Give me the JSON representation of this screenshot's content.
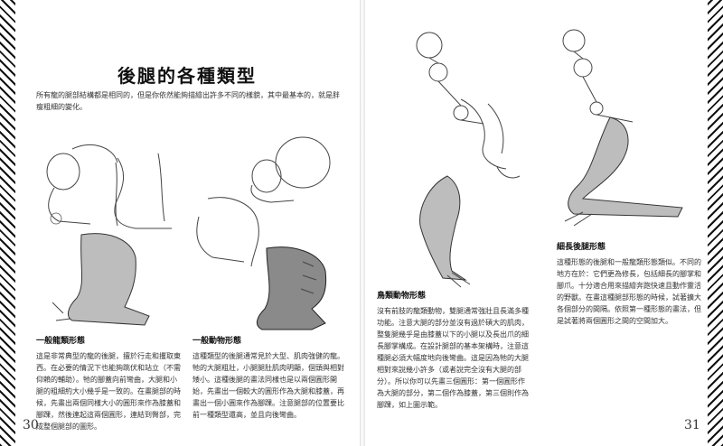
{
  "left_page": {
    "title": "後腿的各種類型",
    "intro": "所有龍的腿部結構都是相同的，但是你依然能夠描繪出許多不同的樣貌，其中最基本的，就是胖瘦粗細的變化。",
    "page_number": "30",
    "sections": [
      {
        "heading": "一般龍類形態",
        "body": "這是非常典型的龍的後腿，擅於行走和攫取東西。在必要的情況下也能夠跳伏和站立（不需仰賴的輔助）。牠的腳蓋向前彎曲，大腿和小腿的粗細約大小幾乎是一致的。在畫腿部的時候，先畫出兩個同樣大小的圓形來作為膝蓋和腳踝，然後連起這兩個圓形，連結到臀部，完成整個腿部的圖形。"
      },
      {
        "heading": "一般動物形態",
        "body": "這種類型的後腿通常見於大型、肌肉強健的龍。牠的大腿粗壯，小腿腿肚肌肉明顯，個頭與相對矮小。這種後腿的畫法同樣也是以兩個圓形開始，先畫出一個較大的圓形作為大腿和膝蓋，再畫出一個小圓來作為腳踝。注意腿部的位置要比前一種類型還高，並且向後彎曲。"
      }
    ]
  },
  "right_page": {
    "page_number": "31",
    "sections": [
      {
        "heading": "鳥類動物形態",
        "body": "沒有前肢的龍類動物，雙腿通常強壯且長滿多種功能。注意大腿的部分並沒有過於碩大的肌肉，整隻腿幾乎是由膝蓋以下的小腿以及長出爪的細長腳掌構成。在設計腿部的基本架構時，注意這種腿必須大幅度地向後彎曲。這是因為牠的大腿相對來說幾小許多（或者說完全沒有大腿的部分）。所以你可以先畫三個圓形：第一個圓形作為大腿的部分，第二個作為膝蓋，第三個則作為腳踝，如上圖示範。"
      },
      {
        "heading": "細長後腿形態",
        "body": "這種形態的後腿和一般龍類形態類似。不同的地方在於：它們更為修長，包括細長的腳掌和腳爪。十分適合用來描繪奔跑快速且動作靈活的野獸。在畫這種腿部形態的時候，試著擴大各個部分的間隔。依照第一種形態的畫法，但是試著將兩個圓形之間的空間加大。"
      }
    ]
  },
  "colors": {
    "border": "#111111",
    "paper": "#ffffff",
    "ink": "#333333"
  }
}
